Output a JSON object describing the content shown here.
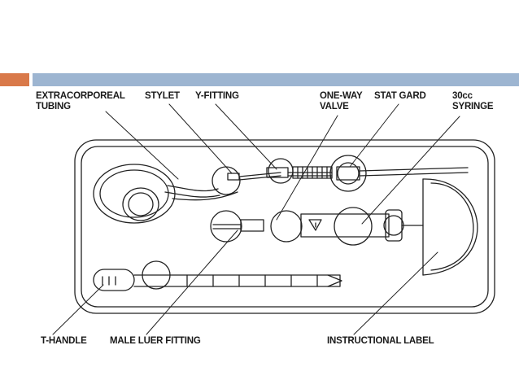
{
  "slide": {
    "accent_colors": {
      "orange": "#d9794a",
      "blue": "#9db5d1",
      "line": "#222222"
    }
  },
  "labels": {
    "extracorporeal_tubing": [
      "EXTRACORPOREAL",
      "TUBING"
    ],
    "stylet": "STYLET",
    "y_fitting": "Y-FITTING",
    "one_way_valve": [
      "ONE-WAY",
      "VALVE"
    ],
    "stat_gard": "STAT GARD",
    "syringe_30cc": [
      "30cc",
      "SYRINGE"
    ],
    "t_handle": "T-HANDLE",
    "male_luer_fitting": "MALE LUER FITTING",
    "instructional_label": "INSTRUCTIONAL LABEL"
  }
}
